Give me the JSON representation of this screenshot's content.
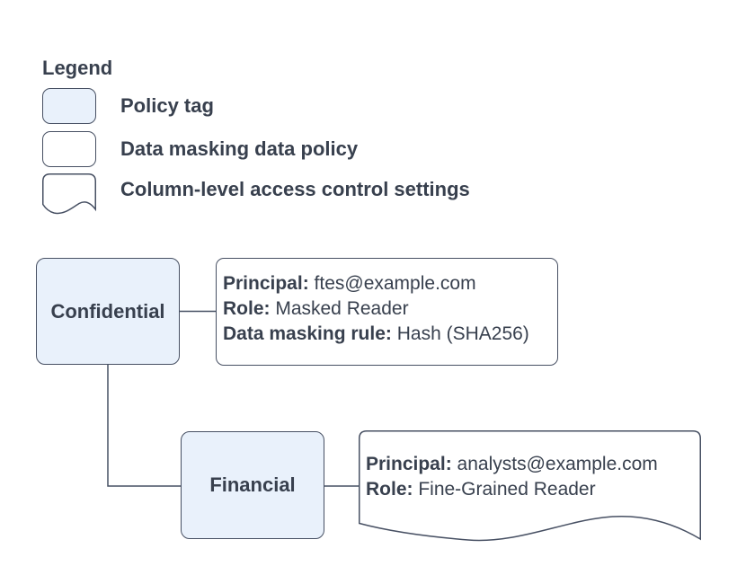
{
  "colors": {
    "node_fill": "#e9f1fb",
    "line": "#475063",
    "text": "#38404e"
  },
  "legend": {
    "title": "Legend",
    "items": [
      {
        "shape": "policy-tag",
        "label": "Policy tag"
      },
      {
        "shape": "data-masking-data-policy",
        "label": "Data masking data policy"
      },
      {
        "shape": "column-level-access-control-settings",
        "label": "Column-level access control settings"
      }
    ]
  },
  "diagram": {
    "nodes": [
      {
        "id": "confidential",
        "type": "policy-tag",
        "label": "Confidential"
      },
      {
        "id": "financial",
        "type": "policy-tag",
        "label": "Financial"
      }
    ],
    "policies": [
      {
        "id": "data-masking-policy",
        "shape": "data-masking-data-policy",
        "attached_to": "confidential",
        "fields": [
          {
            "label": "Principal:",
            "value": " ftes@example.com"
          },
          {
            "label": "Role:",
            "value": " Masked Reader"
          },
          {
            "label": "Data masking rule:",
            "value": " Hash (SHA256)"
          }
        ]
      },
      {
        "id": "column-level-access-settings",
        "shape": "column-level-access-control-settings",
        "attached_to": "financial",
        "fields": [
          {
            "label": "Principal:",
            "value": " analysts@example.com"
          },
          {
            "label": "Role:",
            "value": " Fine-Grained Reader"
          }
        ]
      }
    ]
  }
}
